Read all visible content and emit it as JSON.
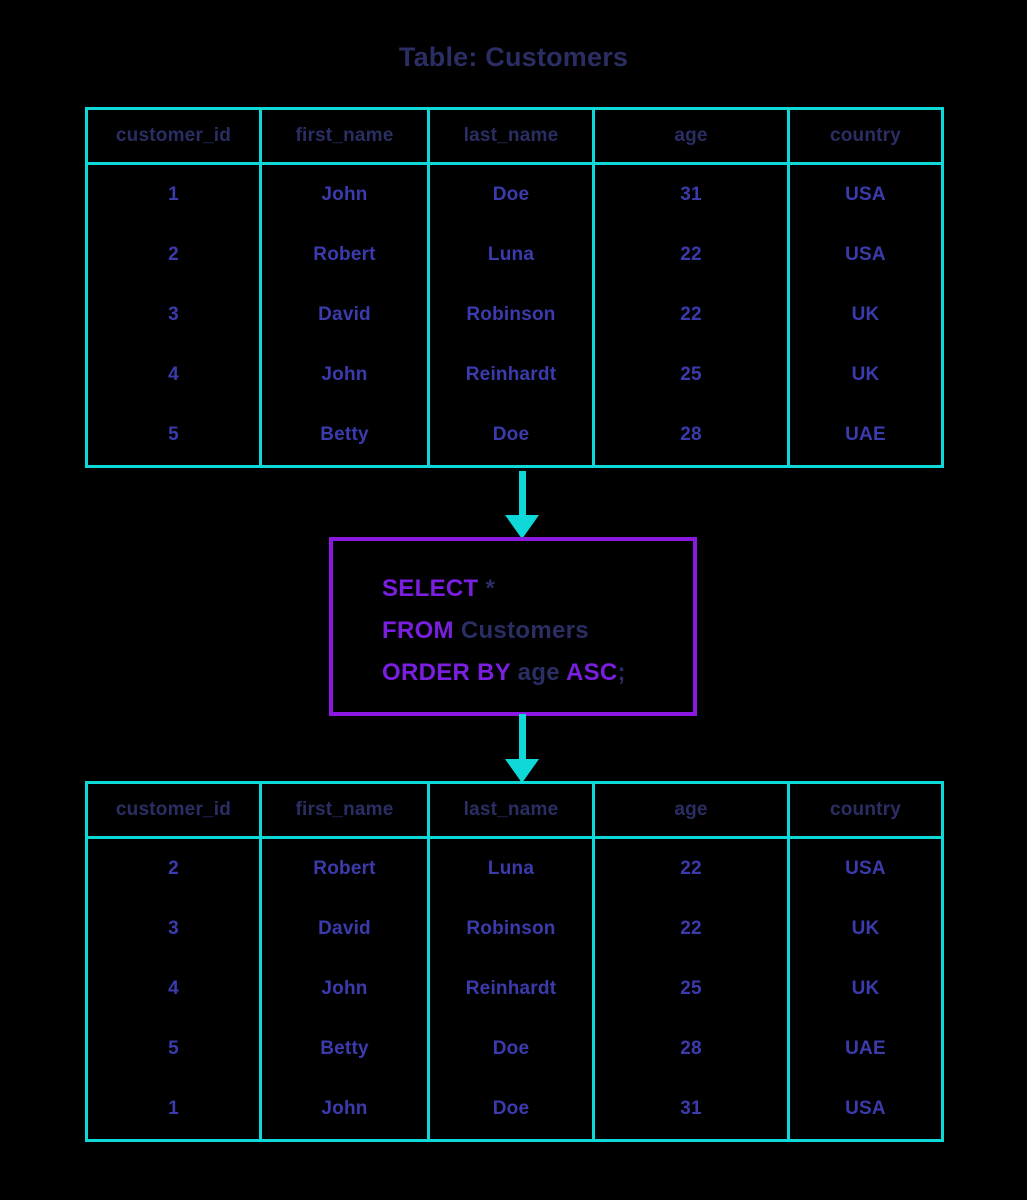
{
  "title": "Table: Customers",
  "colors": {
    "background": "#000000",
    "border": "#0ed8d8",
    "header_text": "#2a2e63",
    "cell_text": "#3b3bae",
    "keyword": "#7a1fe0",
    "identifier": "#2a2e63",
    "query_box_border": "#8a18e0",
    "arrow": "#0ed8d8"
  },
  "input_table": {
    "name": "Customers",
    "columns": [
      "customer_id",
      "first_name",
      "last_name",
      "age",
      "country"
    ],
    "rows": [
      [
        "1",
        "John",
        "Doe",
        "31",
        "USA"
      ],
      [
        "2",
        "Robert",
        "Luna",
        "22",
        "USA"
      ],
      [
        "3",
        "David",
        "Robinson",
        "22",
        "UK"
      ],
      [
        "4",
        "John",
        "Reinhardt",
        "25",
        "UK"
      ],
      [
        "5",
        "Betty",
        "Doe",
        "28",
        "UAE"
      ]
    ]
  },
  "query": {
    "lines": [
      [
        {
          "text": "SELECT",
          "type": "keyword"
        },
        {
          "text": " *",
          "type": "identifier"
        }
      ],
      [
        {
          "text": "FROM",
          "type": "keyword"
        },
        {
          "text": " Customers",
          "type": "identifier"
        }
      ],
      [
        {
          "text": "ORDER BY",
          "type": "keyword"
        },
        {
          "text": " age ",
          "type": "identifier"
        },
        {
          "text": "ASC",
          "type": "keyword"
        },
        {
          "text": ";",
          "type": "identifier"
        }
      ]
    ]
  },
  "output_table": {
    "columns": [
      "customer_id",
      "first_name",
      "last_name",
      "age",
      "country"
    ],
    "rows": [
      [
        "2",
        "Robert",
        "Luna",
        "22",
        "USA"
      ],
      [
        "3",
        "David",
        "Robinson",
        "22",
        "UK"
      ],
      [
        "4",
        "John",
        "Reinhardt",
        "25",
        "UK"
      ],
      [
        "5",
        "Betty",
        "Doe",
        "28",
        "UAE"
      ],
      [
        "1",
        "John",
        "Doe",
        "31",
        "USA"
      ]
    ]
  },
  "arrows": {
    "top": "down-arrow",
    "bottom": "down-arrow"
  }
}
